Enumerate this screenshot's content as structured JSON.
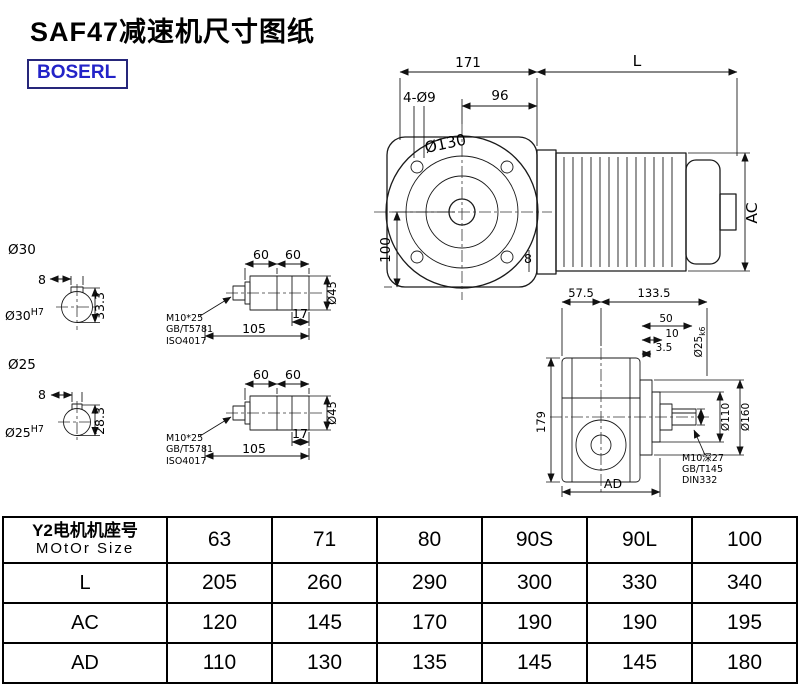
{
  "title": "SAF47减速机尺寸图纸",
  "logo": "BOSERL",
  "front_view": {
    "dim_171": "171",
    "dim_l": "L",
    "dim_96": "96",
    "dim_4xd9": "4-Ø9",
    "dim_d130": "Ø130",
    "dim_100": "100",
    "dim_ac": "AC",
    "dim_8": "8"
  },
  "s30": {
    "label": "Ø30",
    "key_width": "8",
    "height": "33.3",
    "fit": "Ø30",
    "fit_sup": "H7"
  },
  "s25": {
    "label": "Ø25",
    "key_width": "8",
    "height": "28.3",
    "fit": "Ø25",
    "fit_sup": "H7"
  },
  "sd_top": {
    "d60a": "60",
    "d60b": "60",
    "d17": "17",
    "d105": "105",
    "d45": "Ø45",
    "n1": "M10*25",
    "n2": "GB/T5781",
    "n3": "ISO4017"
  },
  "sd_bot": {
    "d60a": "60",
    "d60b": "60",
    "d17": "17",
    "d105": "105",
    "d45": "Ø45",
    "n1": "M10*25",
    "n2": "GB/T5781",
    "n3": "ISO4017"
  },
  "side": {
    "d575": "57.5",
    "d1335": "133.5",
    "d50": "50",
    "d10": "10",
    "d35": "3.5",
    "d25": "Ø25",
    "d25_fit": "k6",
    "d110": "Ø110",
    "d160": "Ø160",
    "d179": "179",
    "ad": "AD",
    "n1": "M10深27",
    "n2": "GB/T145",
    "n3": "DIN332"
  },
  "table": {
    "row_header": {
      "cn": "Y2电机机座号",
      "en": "MOtOr Size"
    },
    "sizes": [
      "63",
      "71",
      "80",
      "90S",
      "90L",
      "100"
    ],
    "rows": [
      {
        "label": "L",
        "values": [
          "205",
          "260",
          "290",
          "300",
          "330",
          "340"
        ]
      },
      {
        "label": "AC",
        "values": [
          "120",
          "145",
          "170",
          "190",
          "190",
          "195"
        ]
      },
      {
        "label": "AD",
        "values": [
          "110",
          "130",
          "135",
          "145",
          "145",
          "180"
        ]
      }
    ]
  }
}
